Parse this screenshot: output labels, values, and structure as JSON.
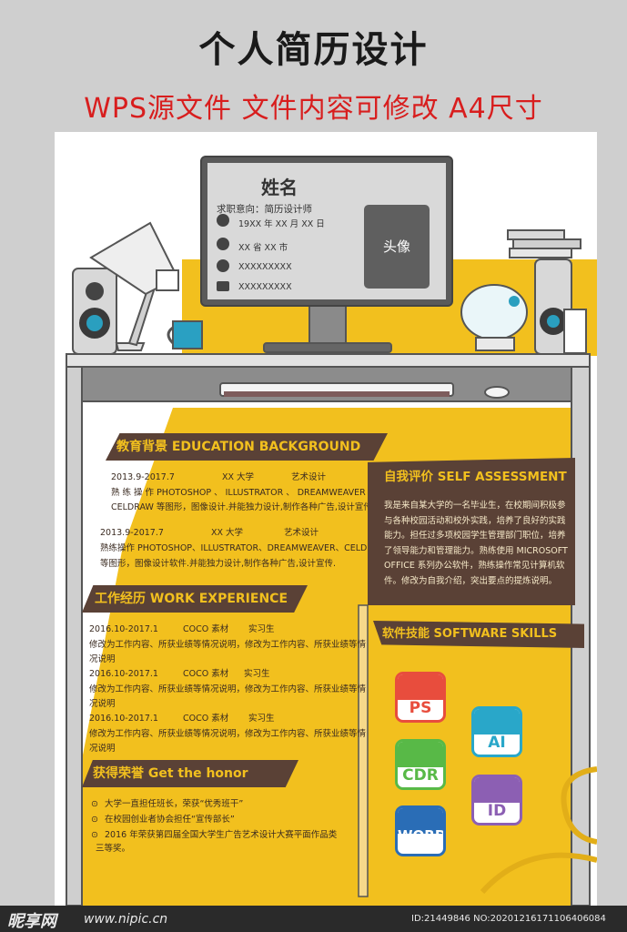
{
  "header": {
    "title": "个人简历设计",
    "subtitle": "WPS源文件  文件内容可修改  A4尺寸"
  },
  "profile": {
    "name": "姓名",
    "intent": "求职意向：简历设计师",
    "birth": "19XX 年 XX 月 XX 日",
    "location": "XX 省 XX 市",
    "phone": "XXXXXXXXX",
    "email": "XXXXXXXXX",
    "photo": "头像"
  },
  "education": {
    "heading": "教育背景 EDUCATION BACKGROUND",
    "entries": [
      {
        "period": "2013.9-2017.7",
        "school": "XX 大学",
        "major": "艺术设计",
        "desc1": "熟 练 操 作  PHOTOSHOP 、 ILLUSTRATOR 、 DREAMWEAVER 、",
        "desc2": "CELDRAW 等图形，图像设计.并能独力设计,制作各种广告,设计宣传."
      },
      {
        "period": "2013.9-2017.7",
        "school": "XX 大学",
        "major": "艺术设计",
        "desc1": "熟练操作 PHOTOSHOP、ILLUSTRATOR、DREAMWEAVER、CELDRAW",
        "desc2": "等图形，图像设计软件.并能独力设计,制作各种广告,设计宣传."
      }
    ]
  },
  "work": {
    "heading": "工作经历 WORK EXPERIENCE",
    "entries": [
      {
        "period": "2016.10-2017.1",
        "company": "COCO 素材",
        "role": "实习生",
        "desc1": "修改为工作内容、所获业绩等情况说明，修改为工作内容、所获业绩等情",
        "desc2": "况说明"
      },
      {
        "period": "2016.10-2017.1",
        "company": "COCO 素材",
        "role": "实习生",
        "desc1": "修改为工作内容、所获业绩等情况说明，修改为工作内容、所获业绩等情",
        "desc2": "况说明"
      },
      {
        "period": "2016.10-2017.1",
        "company": "COCO 素材",
        "role": "实习生",
        "desc1": "修改为工作内容、所获业绩等情况说明，修改为工作内容、所获业绩等情",
        "desc2": "况说明"
      }
    ]
  },
  "honor": {
    "heading": "获得荣誉 Get the honor",
    "items": [
      "大学一直担任班长，荣获“优秀班干”",
      "在校园创业者协会担任“宣传部长”",
      "2016 年荣获第四届全国大学生广告艺术设计大赛平面作品类"
    ],
    "item3_cont": "三等奖。"
  },
  "self": {
    "heading": "自我评价 SELF ASSESSMENT",
    "text": "我是来自某大学的一名毕业生，在校期间积极参与各种校园活动和校外实践，培养了良好的实践能力。担任过多项校园学生管理部门职位，培养了领导能力和管理能力。熟练使用 MICROSOFT OFFICE 系列办公软件，熟练操作常见计算机软件。修改为自我介绍，突出要点的提炼说明。"
  },
  "skills": {
    "heading": "软件技能 SOFTWARE SKILLS",
    "items": [
      {
        "label": "PS",
        "color": "#e84d3d"
      },
      {
        "label": "AI",
        "color": "#29a7c9"
      },
      {
        "label": "CDR",
        "color": "#58b947"
      },
      {
        "label": "ID",
        "color": "#8c5fb3"
      },
      {
        "label": "WORD",
        "color": "#2a6db6"
      }
    ]
  },
  "footer": {
    "logo": "昵享网",
    "url": "www.nipic.cn",
    "id": "ID:21449846 NO:20201216171106406084"
  },
  "colors": {
    "accent": "#f2c01e",
    "banner": "#5a4136",
    "headline_red": "#d81e1e"
  }
}
